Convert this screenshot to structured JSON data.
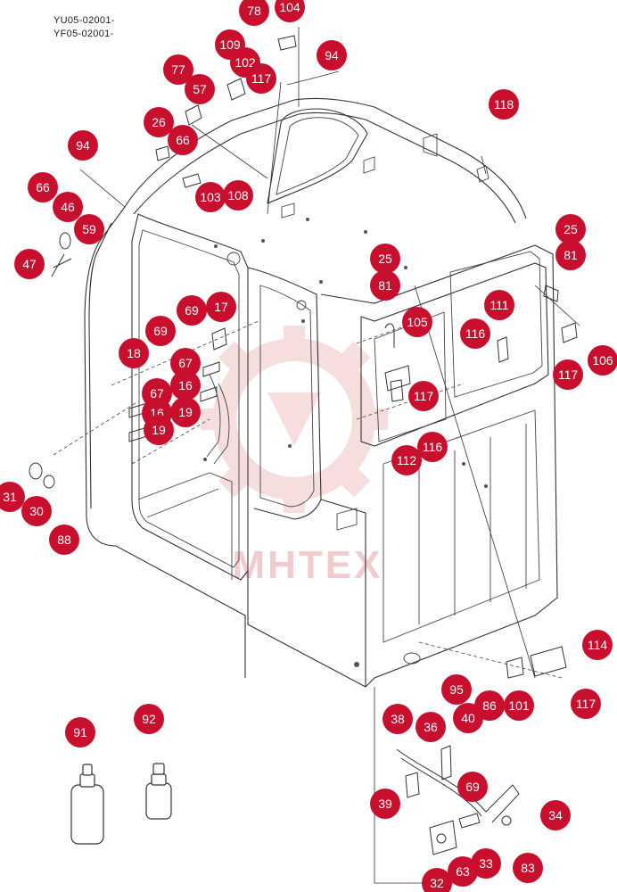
{
  "header": {
    "model_codes": [
      "YU05-02001-",
      "YF05-02001-"
    ]
  },
  "watermark": {
    "text": "MHTEX",
    "color": "#e9a3a3"
  },
  "colors": {
    "callout_fill": "#c8102e",
    "callout_text": "#ffffff",
    "line": "#333333"
  },
  "callouts": [
    {
      "id": "78"
    },
    {
      "id": "104"
    },
    {
      "id": "109"
    },
    {
      "id": "94"
    },
    {
      "id": "77"
    },
    {
      "id": "102"
    },
    {
      "id": "117"
    },
    {
      "id": "57"
    },
    {
      "id": "118"
    },
    {
      "id": "26"
    },
    {
      "id": "66"
    },
    {
      "id": "94"
    },
    {
      "id": "66"
    },
    {
      "id": "103"
    },
    {
      "id": "108"
    },
    {
      "id": "46"
    },
    {
      "id": "59"
    },
    {
      "id": "47"
    },
    {
      "id": "25"
    },
    {
      "id": "81"
    },
    {
      "id": "25"
    },
    {
      "id": "81"
    },
    {
      "id": "105"
    },
    {
      "id": "111"
    },
    {
      "id": "116"
    },
    {
      "id": "106"
    },
    {
      "id": "117"
    },
    {
      "id": "69"
    },
    {
      "id": "17"
    },
    {
      "id": "69"
    },
    {
      "id": "18"
    },
    {
      "id": "67"
    },
    {
      "id": "16"
    },
    {
      "id": "67"
    },
    {
      "id": "16"
    },
    {
      "id": "19"
    },
    {
      "id": "19"
    },
    {
      "id": "117"
    },
    {
      "id": "116"
    },
    {
      "id": "112"
    },
    {
      "id": "31"
    },
    {
      "id": "30"
    },
    {
      "id": "88"
    },
    {
      "id": "114"
    },
    {
      "id": "95"
    },
    {
      "id": "86"
    },
    {
      "id": "101"
    },
    {
      "id": "40"
    },
    {
      "id": "117"
    },
    {
      "id": "91"
    },
    {
      "id": "92"
    },
    {
      "id": "38"
    },
    {
      "id": "36"
    },
    {
      "id": "69"
    },
    {
      "id": "39"
    },
    {
      "id": "34"
    },
    {
      "id": "32"
    },
    {
      "id": "63"
    },
    {
      "id": "33"
    },
    {
      "id": "83"
    }
  ]
}
